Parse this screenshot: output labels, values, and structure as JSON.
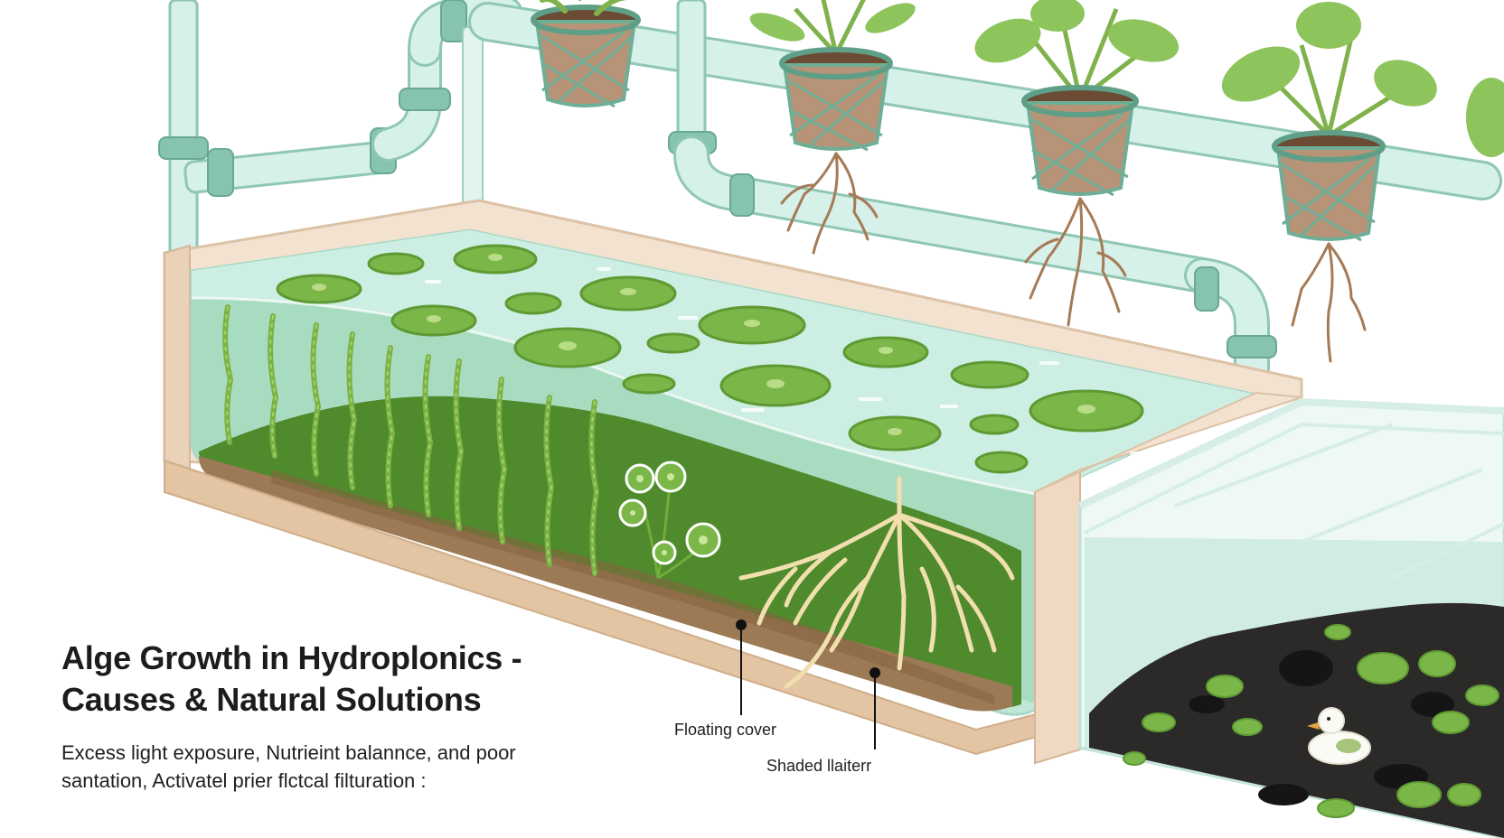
{
  "title": {
    "line1": "Alge Growth in Hydroplonics -",
    "line2": "Causes & Natural Solutions"
  },
  "description": {
    "line1": "Excess light exposure, Nutrieint balannce, and poor",
    "line2": "santation, Activatel prier flctcal filturation :"
  },
  "callouts": [
    {
      "label": "Floating cover"
    },
    {
      "label": "Shaded llaiterr"
    }
  ],
  "colors": {
    "pipe": "#cfeee6",
    "pipe_outline": "#8fc7b4",
    "pipe_joint": "#7fbfa8",
    "tank_wood": "#f2ddc8",
    "tank_wood_dark": "#d8b896",
    "water": "#bfe6d7",
    "water_surface": "#c8ebde",
    "algae_pad": "#7bb648",
    "algae_pad_dark": "#5e9a33",
    "algae_strand": "#88bf4d",
    "sediment": "#4f8a2d",
    "soil": "#9b7a55",
    "root": "#f1dfae",
    "dark_media": "#2b2a28",
    "leaf": "#8dc45c",
    "basket": "#6fae96",
    "glass": "#e6f4f0"
  }
}
